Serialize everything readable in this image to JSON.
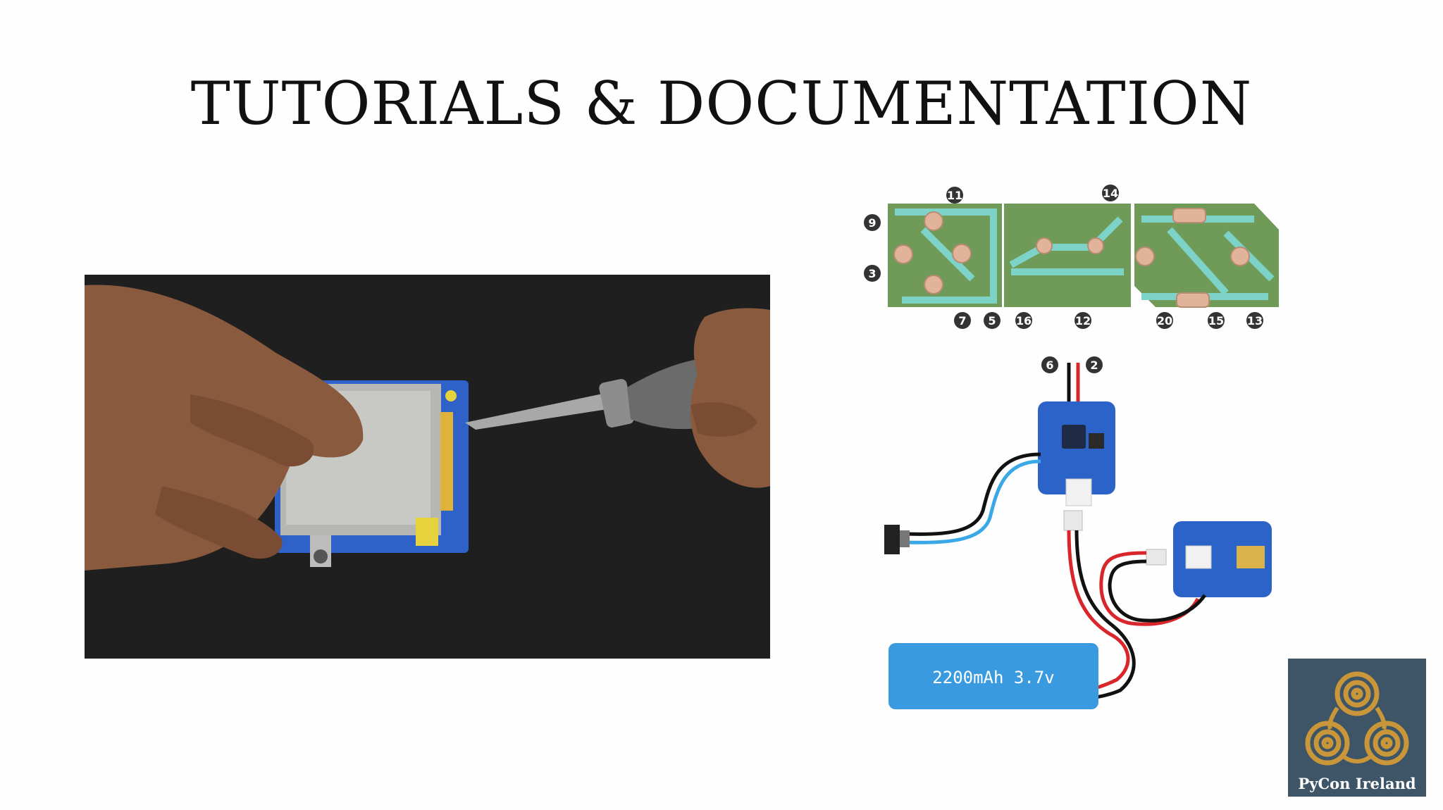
{
  "slide": {
    "title": "TUTORIALS & DOCUMENTATION"
  },
  "pcb_diagram": {
    "callouts": [
      "11",
      "9",
      "3",
      "7",
      "5",
      "14",
      "16",
      "12",
      "20",
      "15",
      "13"
    ]
  },
  "circuit_diagram": {
    "callouts": [
      "6",
      "2"
    ],
    "battery_label": "2200mAh 3.7v"
  },
  "logo": {
    "text": "PyCon Ireland"
  },
  "colors": {
    "pcb_green": "#6f9a57",
    "pcb_trace": "#7ed3c8",
    "board_blue": "#2c63c9",
    "battery_blue": "#3a9ae0",
    "logo_bg": "#3d5566",
    "logo_gold": "#c9963a"
  }
}
